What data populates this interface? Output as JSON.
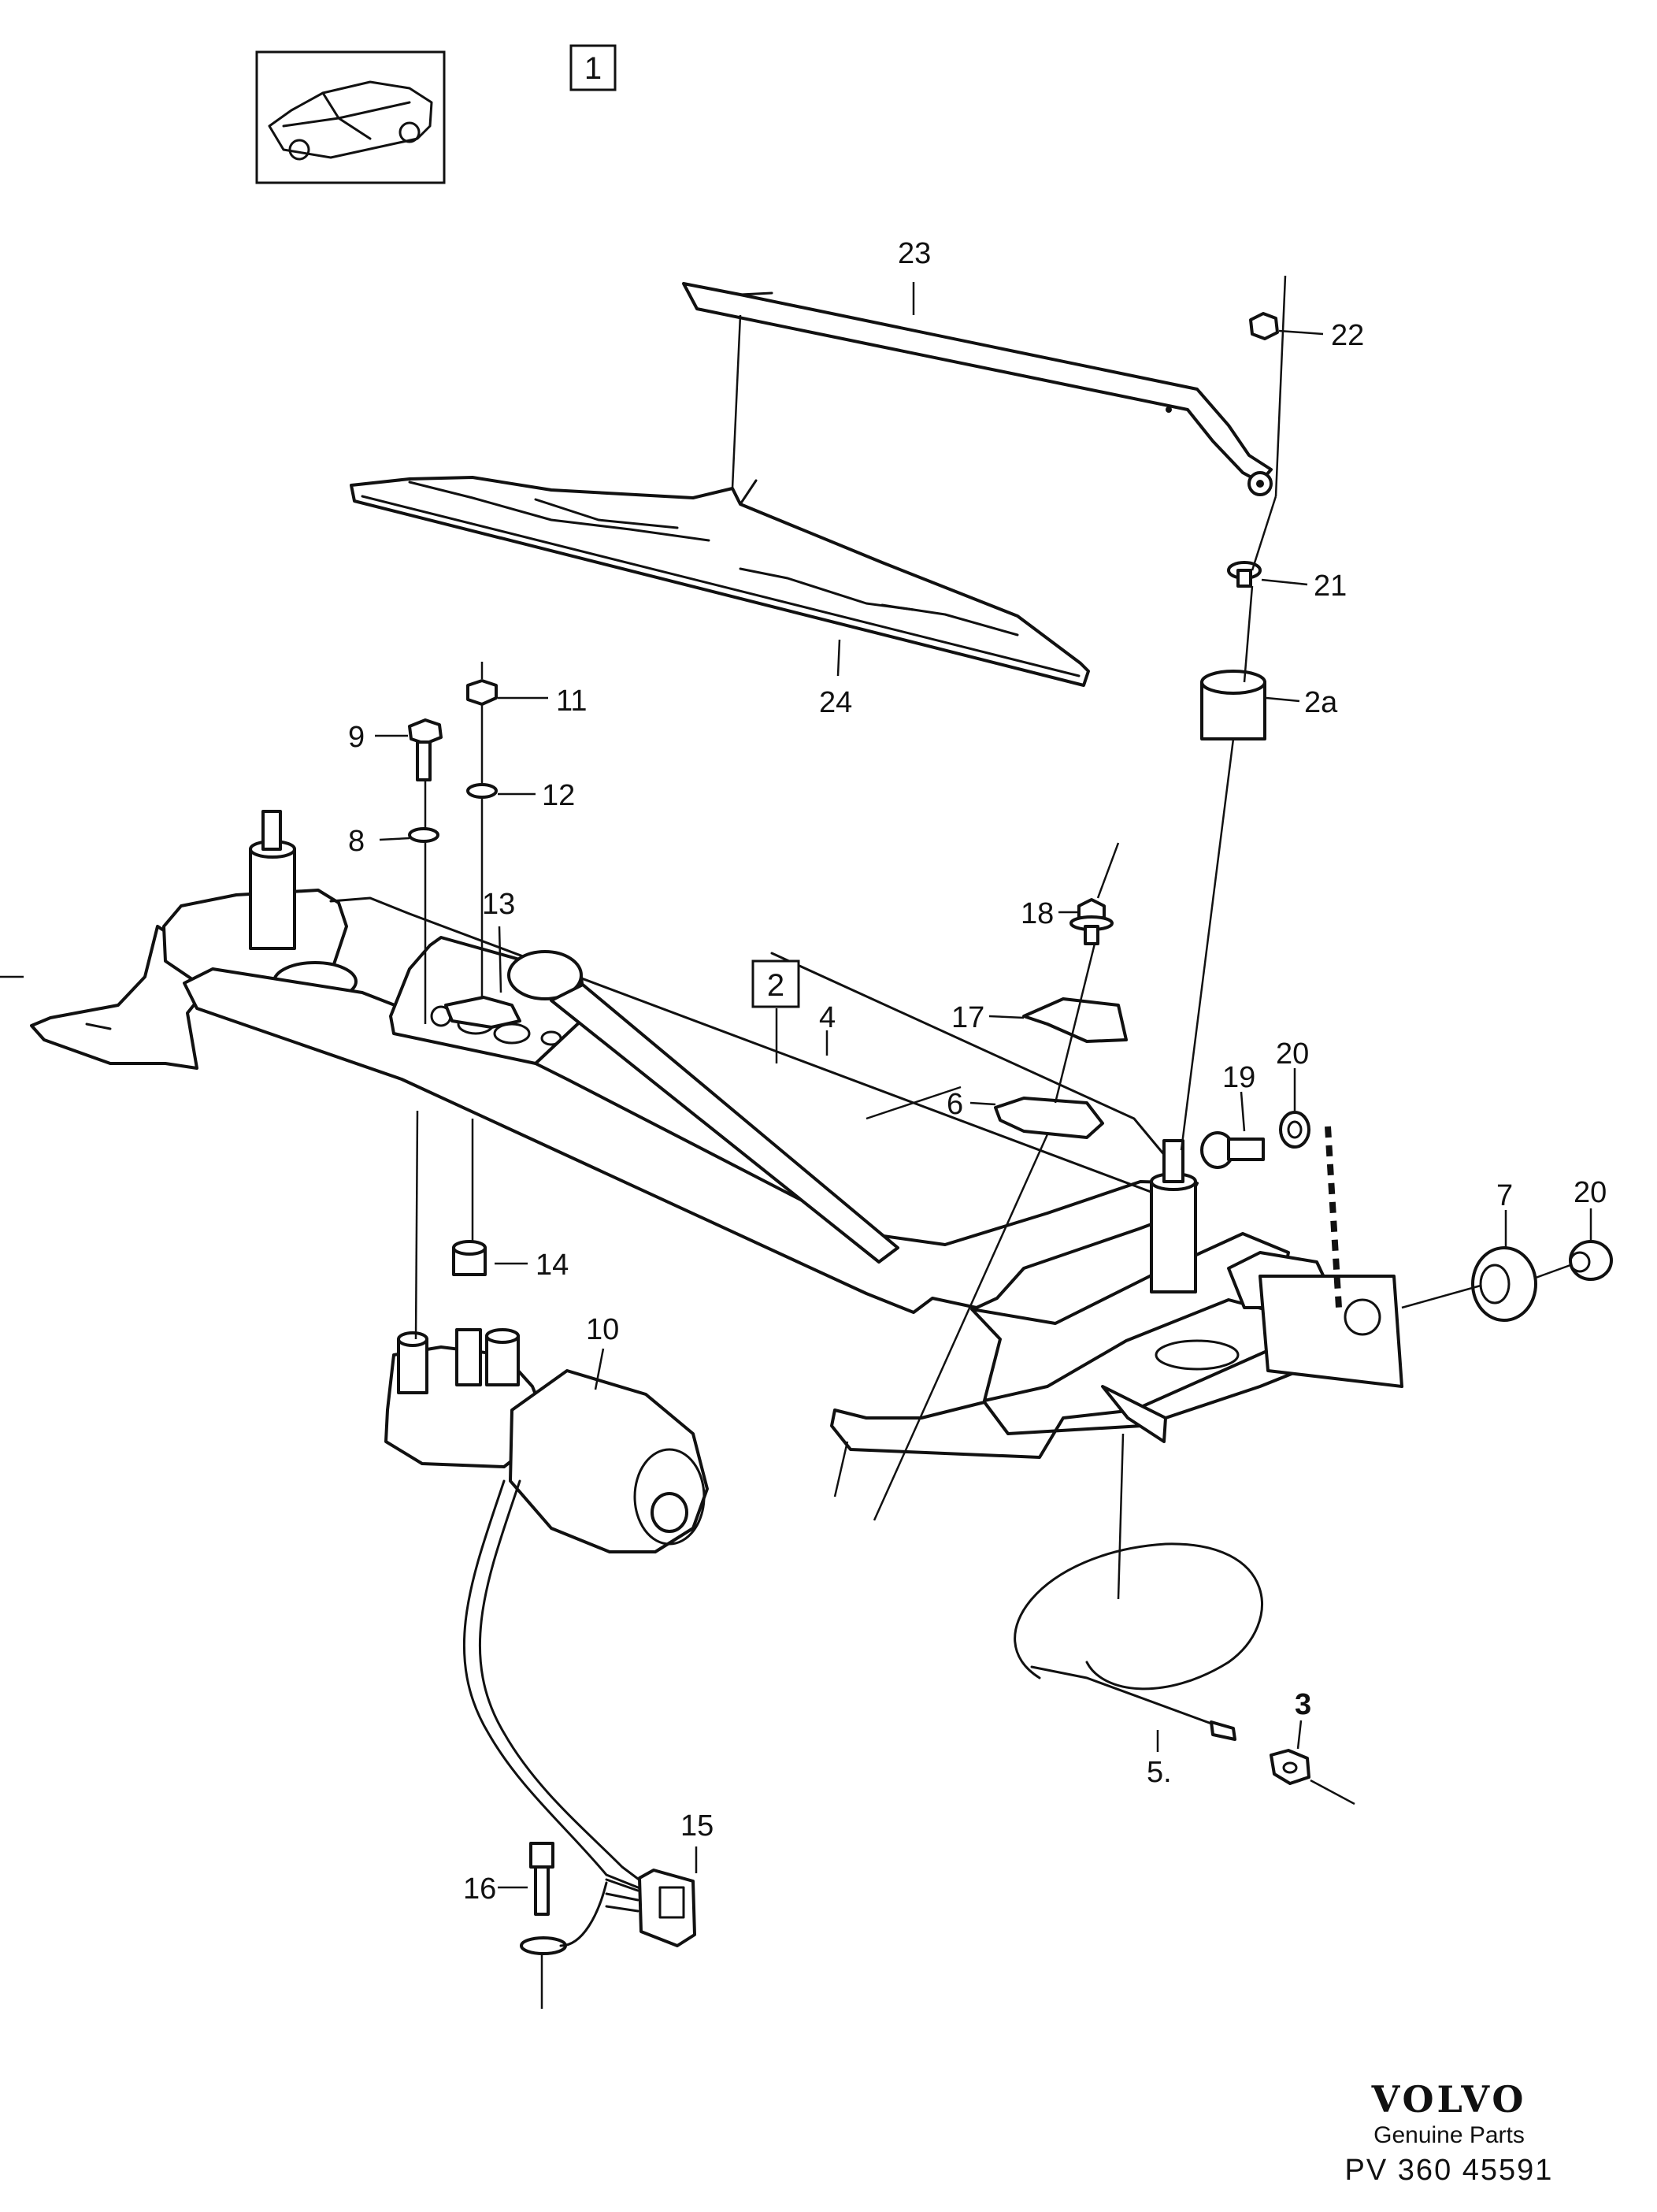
{
  "groups": [
    {
      "label": "1"
    },
    {
      "label": "2"
    }
  ],
  "callouts": {
    "c2a": "2a",
    "c3": "3",
    "c4": "4",
    "c5": "5.",
    "c6": "6",
    "c7": "7",
    "c8": "8",
    "c9": "9",
    "c10": "10",
    "c11": "11",
    "c12": "12",
    "c13": "13",
    "c14": "14",
    "c15": "15",
    "c16": "16",
    "c17": "17",
    "c18": "18",
    "c19": "19",
    "c20a": "20",
    "c20b": "20",
    "c21": "21",
    "c22": "22",
    "c23": "23",
    "c24": "24"
  },
  "branding": {
    "logo": "VOLVO",
    "subtitle": "Genuine Parts",
    "code": "PV 360 45591"
  }
}
